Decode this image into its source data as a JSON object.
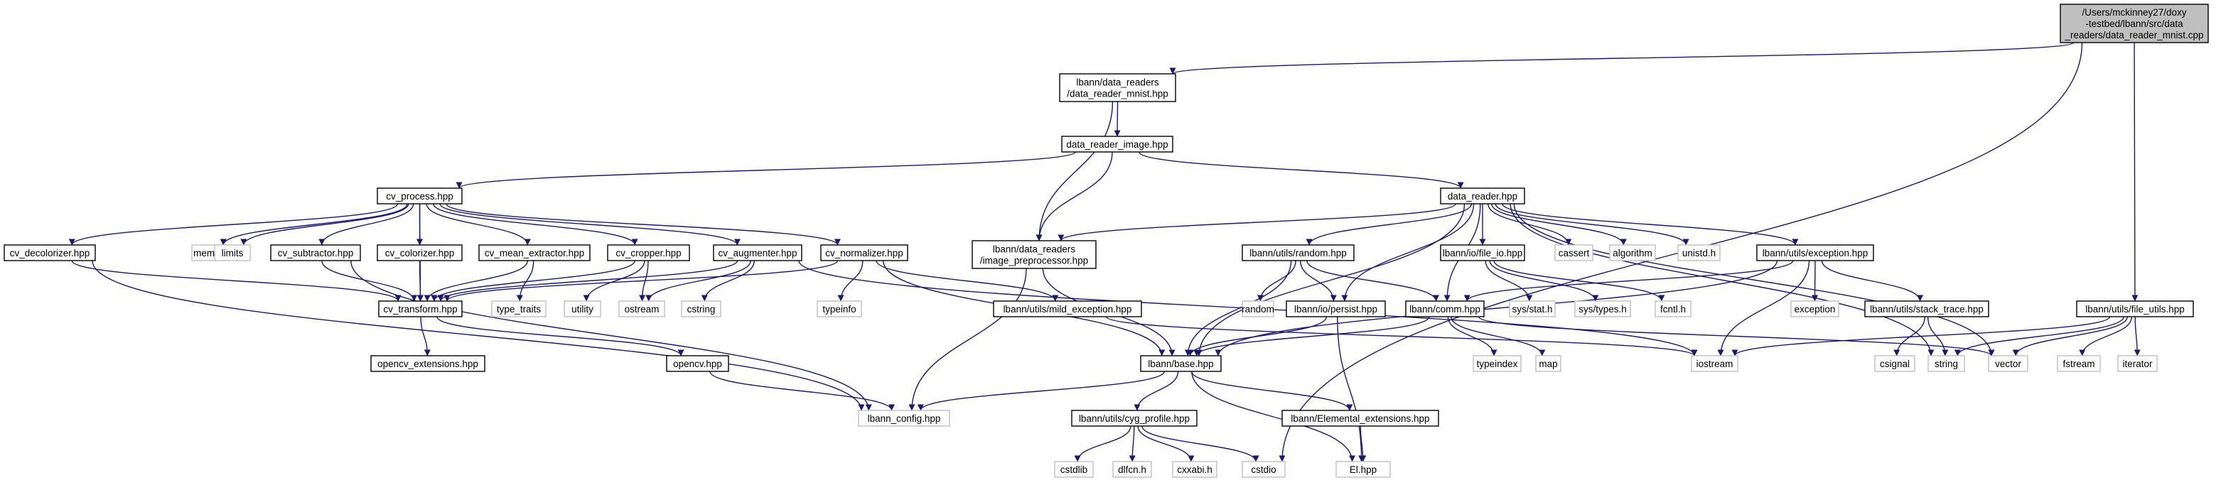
{
  "colors": {
    "edge": "#191970",
    "node_border": "#000000",
    "node_fill": "#ffffff",
    "root_fill": "#bfbfbf",
    "external_border": "#bfbfbf",
    "text": "#000000"
  },
  "nodes": [
    {
      "id": "root",
      "lines": [
        "/Users/mckinney27/doxy",
        "-testbed/lbann/src/data",
        "_readers/data_reader_mnist.cpp"
      ],
      "style": "root"
    },
    {
      "id": "mnist_hpp",
      "lines": [
        "lbann/data_readers",
        "/data_reader_mnist.hpp"
      ],
      "style": "local"
    },
    {
      "id": "file_utils",
      "lines": [
        "lbann/utils/file_utils.hpp"
      ],
      "style": "local"
    },
    {
      "id": "dr_image",
      "lines": [
        "data_reader_image.hpp"
      ],
      "style": "local"
    },
    {
      "id": "cv_process",
      "lines": [
        "cv_process.hpp"
      ],
      "style": "local"
    },
    {
      "id": "data_reader",
      "lines": [
        "data_reader.hpp"
      ],
      "style": "local"
    },
    {
      "id": "cv_decolorizer",
      "lines": [
        "cv_decolorizer.hpp"
      ],
      "style": "local"
    },
    {
      "id": "memory",
      "lines": [
        "memory"
      ],
      "style": "external"
    },
    {
      "id": "limits",
      "lines": [
        "limits"
      ],
      "style": "external"
    },
    {
      "id": "cv_subtractor",
      "lines": [
        "cv_subtractor.hpp"
      ],
      "style": "local"
    },
    {
      "id": "cv_colorizer",
      "lines": [
        "cv_colorizer.hpp"
      ],
      "style": "local"
    },
    {
      "id": "cv_mean",
      "lines": [
        "cv_mean_extractor.hpp"
      ],
      "style": "local"
    },
    {
      "id": "cv_cropper",
      "lines": [
        "cv_cropper.hpp"
      ],
      "style": "local"
    },
    {
      "id": "cv_augmenter",
      "lines": [
        "cv_augmenter.hpp"
      ],
      "style": "local"
    },
    {
      "id": "cv_normalizer",
      "lines": [
        "cv_normalizer.hpp"
      ],
      "style": "local"
    },
    {
      "id": "image_prep",
      "lines": [
        "lbann/data_readers",
        "/image_preprocessor.hpp"
      ],
      "style": "local"
    },
    {
      "id": "random",
      "lines": [
        "lbann/utils/random.hpp"
      ],
      "style": "local"
    },
    {
      "id": "file_io",
      "lines": [
        "lbann/io/file_io.hpp"
      ],
      "style": "local"
    },
    {
      "id": "cassert",
      "lines": [
        "cassert"
      ],
      "style": "external"
    },
    {
      "id": "algorithm",
      "lines": [
        "algorithm"
      ],
      "style": "external"
    },
    {
      "id": "unistd",
      "lines": [
        "unistd.h"
      ],
      "style": "external"
    },
    {
      "id": "exception_hpp",
      "lines": [
        "lbann/utils/exception.hpp"
      ],
      "style": "local"
    },
    {
      "id": "cv_transform",
      "lines": [
        "cv_transform.hpp"
      ],
      "style": "local"
    },
    {
      "id": "type_traits",
      "lines": [
        "type_traits"
      ],
      "style": "external"
    },
    {
      "id": "utility",
      "lines": [
        "utility"
      ],
      "style": "external"
    },
    {
      "id": "ostream",
      "lines": [
        "ostream"
      ],
      "style": "external"
    },
    {
      "id": "cstring",
      "lines": [
        "cstring"
      ],
      "style": "external"
    },
    {
      "id": "typeinfo",
      "lines": [
        "typeinfo"
      ],
      "style": "external"
    },
    {
      "id": "mild_exc",
      "lines": [
        "lbann/utils/mild_exception.hpp"
      ],
      "style": "local"
    },
    {
      "id": "random_ext",
      "lines": [
        "random"
      ],
      "style": "external"
    },
    {
      "id": "persist",
      "lines": [
        "lbann/io/persist.hpp"
      ],
      "style": "local"
    },
    {
      "id": "comm",
      "lines": [
        "lbann/comm.hpp"
      ],
      "style": "local"
    },
    {
      "id": "sys_stat",
      "lines": [
        "sys/stat.h"
      ],
      "style": "external"
    },
    {
      "id": "sys_types",
      "lines": [
        "sys/types.h"
      ],
      "style": "external"
    },
    {
      "id": "fcntl",
      "lines": [
        "fcntl.h"
      ],
      "style": "external"
    },
    {
      "id": "exception_ext",
      "lines": [
        "exception"
      ],
      "style": "external"
    },
    {
      "id": "stack_trace",
      "lines": [
        "lbann/utils/stack_trace.hpp"
      ],
      "style": "local"
    },
    {
      "id": "opencv_ext",
      "lines": [
        "opencv_extensions.hpp"
      ],
      "style": "local"
    },
    {
      "id": "opencv",
      "lines": [
        "opencv.hpp"
      ],
      "style": "local"
    },
    {
      "id": "base",
      "lines": [
        "lbann/base.hpp"
      ],
      "style": "local"
    },
    {
      "id": "typeindex",
      "lines": [
        "typeindex"
      ],
      "style": "external"
    },
    {
      "id": "map",
      "lines": [
        "map"
      ],
      "style": "external"
    },
    {
      "id": "iostream",
      "lines": [
        "iostream"
      ],
      "style": "external"
    },
    {
      "id": "csignal",
      "lines": [
        "csignal"
      ],
      "style": "external"
    },
    {
      "id": "string",
      "lines": [
        "string"
      ],
      "style": "external"
    },
    {
      "id": "vector",
      "lines": [
        "vector"
      ],
      "style": "external"
    },
    {
      "id": "fstream",
      "lines": [
        "fstream"
      ],
      "style": "external"
    },
    {
      "id": "iterator",
      "lines": [
        "iterator"
      ],
      "style": "external"
    },
    {
      "id": "lbann_config",
      "lines": [
        "lbann_config.hpp"
      ],
      "style": "external"
    },
    {
      "id": "cyg_profile",
      "lines": [
        "lbann/utils/cyg_profile.hpp"
      ],
      "style": "local"
    },
    {
      "id": "elemental_ext",
      "lines": [
        "lbann/Elemental_extensions.hpp"
      ],
      "style": "local"
    },
    {
      "id": "cstdlib",
      "lines": [
        "cstdlib"
      ],
      "style": "external"
    },
    {
      "id": "dlfcn",
      "lines": [
        "dlfcn.h"
      ],
      "style": "external"
    },
    {
      "id": "cxxabi",
      "lines": [
        "cxxabi.h"
      ],
      "style": "external"
    },
    {
      "id": "cstdio",
      "lines": [
        "cstdio"
      ],
      "style": "external"
    },
    {
      "id": "el",
      "lines": [
        "El.hpp"
      ],
      "style": "external"
    }
  ],
  "edges": [
    [
      "root",
      "mnist_hpp"
    ],
    [
      "root",
      "file_utils"
    ],
    [
      "root",
      "cstdio"
    ],
    [
      "mnist_hpp",
      "dr_image"
    ],
    [
      "mnist_hpp",
      "image_prep"
    ],
    [
      "dr_image",
      "cv_process"
    ],
    [
      "dr_image",
      "data_reader"
    ],
    [
      "dr_image",
      "image_prep"
    ],
    [
      "cv_process",
      "cv_decolorizer"
    ],
    [
      "cv_process",
      "memory"
    ],
    [
      "cv_process",
      "limits"
    ],
    [
      "cv_process",
      "cv_subtractor"
    ],
    [
      "cv_process",
      "cv_colorizer"
    ],
    [
      "cv_process",
      "cv_mean"
    ],
    [
      "cv_process",
      "cv_cropper"
    ],
    [
      "cv_process",
      "cv_augmenter"
    ],
    [
      "cv_process",
      "cv_normalizer"
    ],
    [
      "cv_process",
      "cv_transform"
    ],
    [
      "cv_decolorizer",
      "cv_transform"
    ],
    [
      "cv_decolorizer",
      "lbann_config"
    ],
    [
      "cv_subtractor",
      "cv_transform"
    ],
    [
      "cv_subtractor",
      "lbann_config"
    ],
    [
      "cv_colorizer",
      "cv_transform"
    ],
    [
      "cv_mean",
      "cv_transform"
    ],
    [
      "cv_mean",
      "type_traits"
    ],
    [
      "cv_cropper",
      "cv_transform"
    ],
    [
      "cv_cropper",
      "utility"
    ],
    [
      "cv_cropper",
      "ostream"
    ],
    [
      "cv_augmenter",
      "cv_transform"
    ],
    [
      "cv_augmenter",
      "ostream"
    ],
    [
      "cv_augmenter",
      "cstring"
    ],
    [
      "cv_augmenter",
      "iostream"
    ],
    [
      "cv_normalizer",
      "cv_transform"
    ],
    [
      "cv_normalizer",
      "typeinfo"
    ],
    [
      "cv_normalizer",
      "mild_exc"
    ],
    [
      "cv_normalizer",
      "base"
    ],
    [
      "cv_transform",
      "opencv_ext"
    ],
    [
      "cv_transform",
      "opencv"
    ],
    [
      "opencv",
      "lbann_config"
    ],
    [
      "image_prep",
      "base"
    ],
    [
      "image_prep",
      "lbann_config"
    ],
    [
      "data_reader",
      "image_prep"
    ],
    [
      "data_reader",
      "random"
    ],
    [
      "data_reader",
      "file_io"
    ],
    [
      "data_reader",
      "cassert"
    ],
    [
      "data_reader",
      "algorithm"
    ],
    [
      "data_reader",
      "unistd"
    ],
    [
      "data_reader",
      "exception_hpp"
    ],
    [
      "data_reader",
      "persist"
    ],
    [
      "data_reader",
      "comm"
    ],
    [
      "data_reader",
      "base"
    ],
    [
      "data_reader",
      "string"
    ],
    [
      "data_reader",
      "vector"
    ],
    [
      "random",
      "random_ext"
    ],
    [
      "random",
      "persist"
    ],
    [
      "random",
      "comm"
    ],
    [
      "random",
      "base"
    ],
    [
      "file_io",
      "sys_stat"
    ],
    [
      "file_io",
      "sys_types"
    ],
    [
      "file_io",
      "fcntl"
    ],
    [
      "exception_hpp",
      "comm"
    ],
    [
      "exception_hpp",
      "exception_ext"
    ],
    [
      "exception_hpp",
      "stack_trace"
    ],
    [
      "exception_hpp",
      "iostream"
    ],
    [
      "exception_hpp",
      "base"
    ],
    [
      "stack_trace",
      "csignal"
    ],
    [
      "stack_trace",
      "string"
    ],
    [
      "mild_exc",
      "iostream"
    ],
    [
      "persist",
      "base"
    ],
    [
      "persist",
      "el"
    ],
    [
      "comm",
      "base"
    ],
    [
      "comm",
      "typeindex"
    ],
    [
      "comm",
      "map"
    ],
    [
      "comm",
      "vector"
    ],
    [
      "base",
      "lbann_config"
    ],
    [
      "base",
      "cyg_profile"
    ],
    [
      "base",
      "elemental_ext"
    ],
    [
      "base",
      "el"
    ],
    [
      "elemental_ext",
      "el"
    ],
    [
      "cyg_profile",
      "cstdlib"
    ],
    [
      "cyg_profile",
      "dlfcn"
    ],
    [
      "cyg_profile",
      "cxxabi"
    ],
    [
      "cyg_profile",
      "cstdio"
    ],
    [
      "file_utils",
      "iostream"
    ],
    [
      "file_utils",
      "string"
    ],
    [
      "file_utils",
      "vector"
    ],
    [
      "file_utils",
      "fstream"
    ],
    [
      "file_utils",
      "iterator"
    ]
  ]
}
